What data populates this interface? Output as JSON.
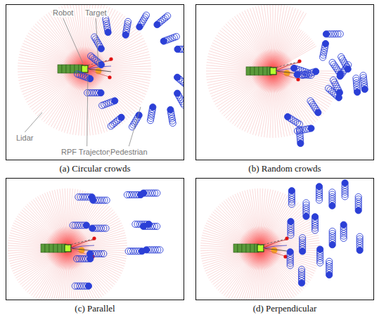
{
  "diagram": {
    "nodes": [
      {
        "text": [
          "(a) Circular crowds"
        ]
      },
      {
        "text": [
          "(b) Random crowds"
        ]
      },
      {
        "text": [
          "(c) Parallel"
        ]
      },
      {
        "text": [
          "(d) Perpendicular"
        ]
      }
    ],
    "labels": [
      "Robot",
      "Target",
      "Lidar",
      "RPF Trajectory",
      "Pedestrian"
    ]
  }
}
